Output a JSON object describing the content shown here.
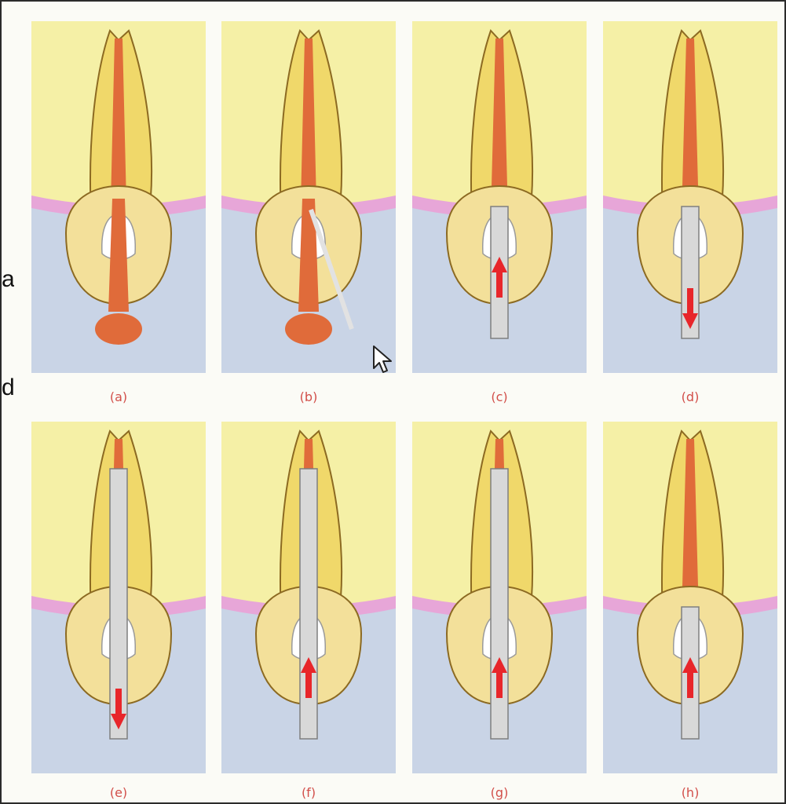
{
  "figure": {
    "captions": [
      "(a)",
      "(b)",
      "(c)",
      "(d)",
      "(e)",
      "(f)",
      "(g)",
      "(h)"
    ],
    "edge_fragments": [
      "a",
      "d"
    ]
  },
  "colors": {
    "soft_tissue": "#f5f0a6",
    "bone": "#c9d4e6",
    "gum_line": "#e7a6d8",
    "tooth": "#f0d86a",
    "tooth_outline": "#8c6a22",
    "canal": "#e06b3a",
    "metal": "#d8d8d8",
    "arrow": "#e8262a",
    "caption": "#d24f4a"
  },
  "panels": [
    {
      "id": "a",
      "tool": "post-pattern",
      "arrow": "none"
    },
    {
      "id": "b",
      "tool": "post-pattern-with-pin",
      "arrow": "none"
    },
    {
      "id": "c",
      "tool": "metal-cylinder",
      "arrow": "up"
    },
    {
      "id": "d",
      "tool": "metal-cylinder",
      "arrow": "down"
    },
    {
      "id": "e",
      "tool": "metal-cylinder-long",
      "arrow": "down"
    },
    {
      "id": "f",
      "tool": "metal-cylinder-long",
      "arrow": "up"
    },
    {
      "id": "g",
      "tool": "metal-cylinder-long",
      "arrow": "up"
    },
    {
      "id": "h",
      "tool": "metal-cylinder",
      "arrow": "up"
    }
  ]
}
